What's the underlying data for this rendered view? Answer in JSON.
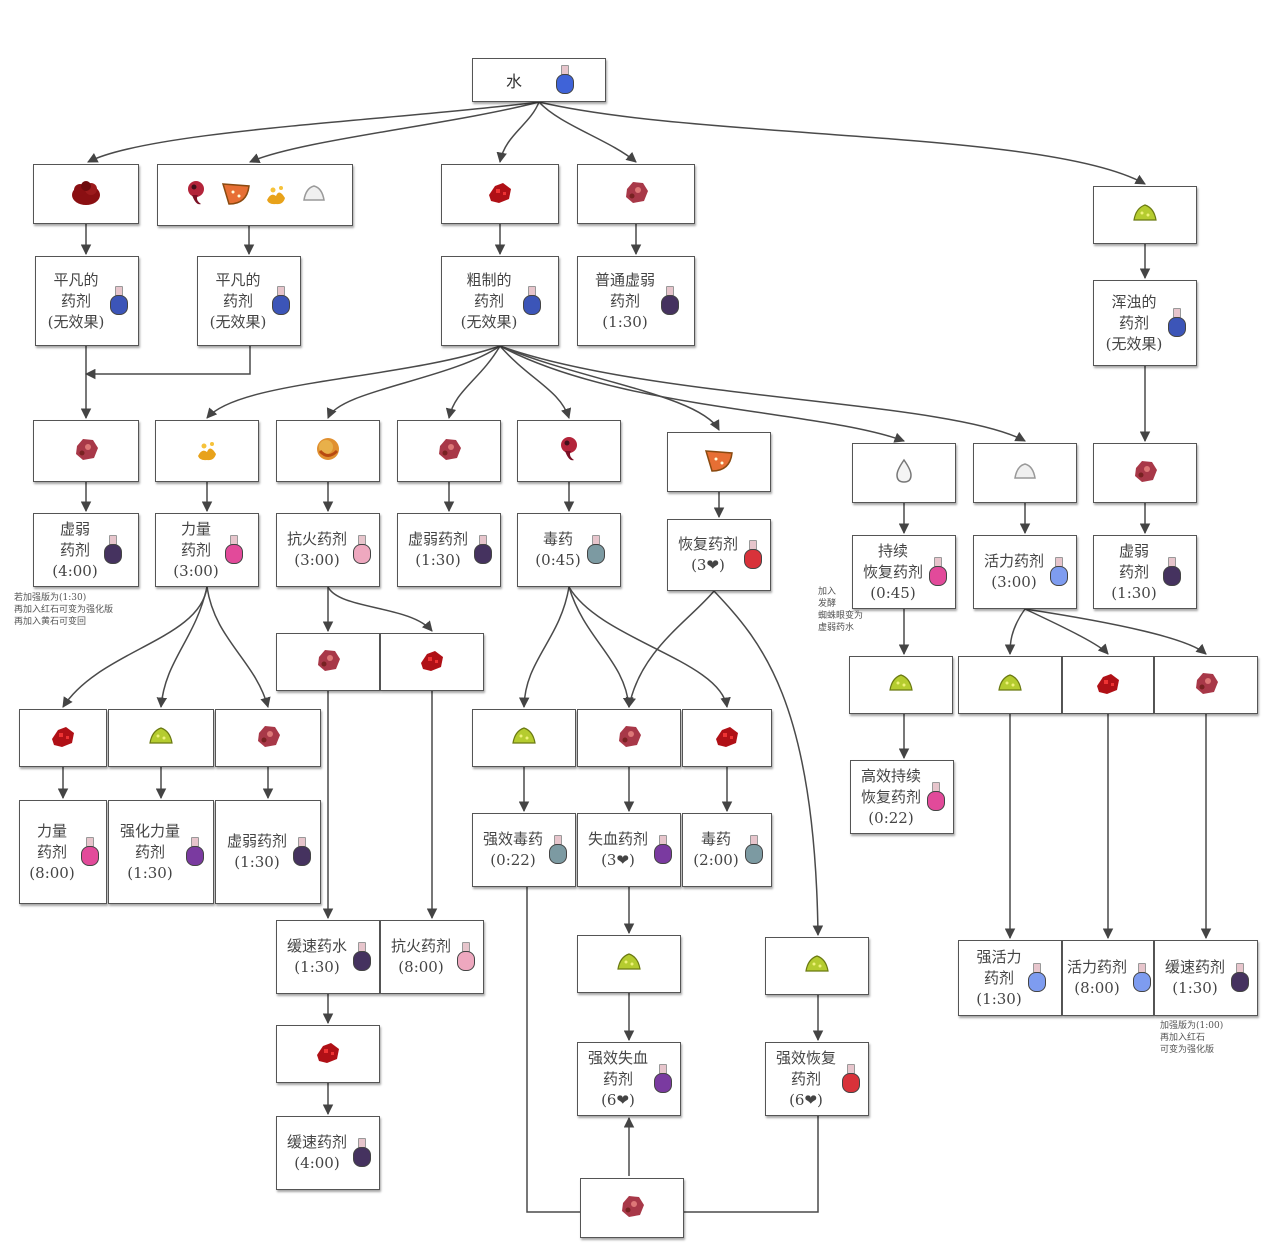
{
  "colors": {
    "water_blue": "#3f63d8",
    "potion_blue": "#3c55b8",
    "potion_pink": "#e24a9a",
    "potion_lightpink": "#eea8bf",
    "potion_darkpurple": "#45325f",
    "potion_gray": "#7c9aa2",
    "potion_red": "#d8323a",
    "potion_lightblue": "#7e9cf0",
    "potion_purple": "#7a3aa0",
    "wart_red": "#8a0f12",
    "spider_eye": "#b3243a",
    "fermented_eye": "#a83848",
    "glowstone": "#b5cc2f",
    "sugar": "#f0f0f0",
    "blaze": "#e8a21a",
    "melon": "#e76f34"
  },
  "nodes": {
    "water": {
      "label": "水"
    },
    "ing_wart_1": {
      "icon": "nether-wart-icon"
    },
    "ing_misc": {
      "icons": [
        "spider-eye-icon",
        "glistering-melon-icon",
        "blaze-powder-icon",
        "sugar-icon"
      ]
    },
    "ing_redstone_1": {
      "icon": "redstone-icon"
    },
    "ing_fermented_1": {
      "icon": "fermented-spider-eye-icon"
    },
    "ing_glow_1": {
      "icon": "glowstone-dust-icon"
    },
    "mundane_1": {
      "lines": [
        "平凡的",
        "药剂",
        "(无效果)"
      ]
    },
    "mundane_2": {
      "lines": [
        "平凡的",
        "药剂",
        "(无效果)"
      ]
    },
    "awkward": {
      "lines": [
        "粗制的",
        "药剂",
        "(无效果)"
      ]
    },
    "weak_1": {
      "lines": [
        "普通虚弱",
        "药剂",
        "(1:30)"
      ]
    },
    "thick": {
      "lines": [
        "浑浊的",
        "药剂",
        "(无效果)"
      ]
    },
    "ing_fermented_2": {
      "icon": "fermented-spider-eye-icon"
    },
    "ing_blaze": {
      "icon": "blaze-powder-icon"
    },
    "ing_magma": {
      "icon": "magma-cream-icon"
    },
    "ing_fermented_3": {
      "icon": "fermented-spider-eye-icon"
    },
    "ing_spider": {
      "icon": "spider-eye-icon"
    },
    "ing_melon": {
      "icon": "glistering-melon-icon"
    },
    "ing_ghast": {
      "icon": "ghast-tear-icon"
    },
    "ing_sugar": {
      "icon": "sugar-icon"
    },
    "ing_fermented_4": {
      "icon": "fermented-spider-eye-icon"
    },
    "weak_2": {
      "lines": [
        "虚弱",
        "药剂",
        "(4:00)"
      ]
    },
    "strength": {
      "lines": [
        "力量",
        "药剂",
        "(3:00)"
      ]
    },
    "fire_res_1": {
      "lines": [
        "抗火药剂",
        "(3:00)"
      ]
    },
    "weak_3": {
      "lines": [
        "虚弱药剂",
        "(1:30)"
      ]
    },
    "poison_1": {
      "lines": [
        "毒药",
        "(0:45)"
      ]
    },
    "healing": {
      "lines": [
        "恢复药剂",
        "(3❤)"
      ]
    },
    "regen": {
      "lines": [
        "持续",
        "恢复药剂",
        "(0:45)"
      ]
    },
    "swift": {
      "lines": [
        "活力药剂",
        "(3:00)"
      ]
    },
    "weak_4": {
      "lines": [
        "虚弱",
        "药剂",
        "(1:30)"
      ]
    },
    "ing_fermented_5": {
      "icon": "fermented-spider-eye-icon"
    },
    "ing_redstone_2": {
      "icon": "redstone-icon"
    },
    "ing_redstone_3": {
      "icon": "redstone-icon"
    },
    "ing_glow_2": {
      "icon": "glowstone-dust-icon"
    },
    "ing_fermented_6": {
      "icon": "fermented-spider-eye-icon"
    },
    "ing_glow_3": {
      "icon": "glowstone-dust-icon"
    },
    "ing_fermented_7": {
      "icon": "fermented-spider-eye-icon"
    },
    "ing_redstone_4": {
      "icon": "redstone-icon"
    },
    "ing_glow_4": {
      "icon": "glowstone-dust-icon"
    },
    "ing_glow_5": {
      "icon": "glowstone-dust-icon"
    },
    "ing_redstone_5": {
      "icon": "redstone-icon"
    },
    "ing_fermented_8": {
      "icon": "fermented-spider-eye-icon"
    },
    "strength_long": {
      "lines": [
        "力量",
        "药剂",
        "(8:00)"
      ]
    },
    "strength_2": {
      "lines": [
        "强化力量",
        "药剂",
        "(1:30)"
      ]
    },
    "weak_5": {
      "lines": [
        "虚弱药剂",
        "(1:30)"
      ]
    },
    "poison_2": {
      "lines": [
        "强效毒药",
        "(0:22)"
      ]
    },
    "harming_1": {
      "lines": [
        "失血药剂",
        "(3❤)"
      ]
    },
    "poison_long": {
      "lines": [
        "毒药",
        "(2:00)"
      ]
    },
    "regen_2": {
      "lines": [
        "高效持续",
        "恢复药剂",
        "(0:22)"
      ]
    },
    "slow_1": {
      "lines": [
        "缓速药水",
        "(1:30)"
      ]
    },
    "fire_res_long": {
      "lines": [
        "抗火药剂",
        "(8:00)"
      ]
    },
    "ing_glow_6": {
      "icon": "glowstone-dust-icon"
    },
    "ing_glow_7": {
      "icon": "glowstone-dust-icon"
    },
    "swift_2": {
      "lines": [
        "强活力",
        "药剂",
        "(1:30)"
      ]
    },
    "swift_long": {
      "lines": [
        "活力药剂",
        "(8:00)"
      ]
    },
    "slow_2": {
      "lines": [
        "缓速药剂",
        "(1:30)"
      ]
    },
    "ing_redstone_6": {
      "icon": "redstone-icon"
    },
    "harming_2": {
      "lines": [
        "强效失血",
        "药剂",
        "(6❤)"
      ]
    },
    "healing_2": {
      "lines": [
        "强效恢复",
        "药剂",
        "(6❤)"
      ]
    },
    "slow_long": {
      "lines": [
        "缓速药剂",
        "(4:00)"
      ]
    },
    "ing_fermented_9": {
      "icon": "fermented-spider-eye-icon"
    }
  },
  "notes": {
    "weak_note": [
      "若加强版为(1:30)",
      "再加入红石可变为强化版",
      "再加入黄石可变回"
    ],
    "regen_note": [
      "加入",
      "发酵",
      "蜘蛛眼变为",
      "虚弱药水"
    ],
    "slow_note": [
      "加强版为(1:00)",
      "再加入红石",
      "可变为强化版"
    ]
  }
}
